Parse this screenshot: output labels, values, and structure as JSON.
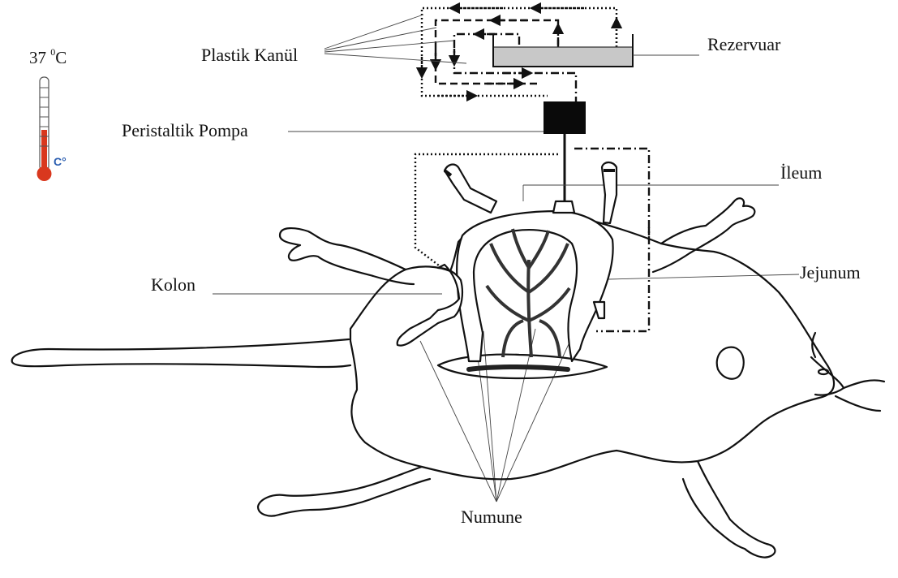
{
  "labels": {
    "temperature_value": "37",
    "temperature_degree": "0",
    "temperature_unit": "C",
    "thermometer_scale": "C°",
    "plastic_cannula": "Plastik Kanül",
    "reservoir": "Rezervuar",
    "peristaltic_pump": "Peristaltik Pompa",
    "ileum": "İleum",
    "jejunum": "Jejunum",
    "colon": "Kolon",
    "sample": "Numune"
  },
  "colors": {
    "thermometer_red": "#d9381e",
    "thermometer_c_blue": "#2a5db0",
    "reservoir_liquid": "#c8c8c8",
    "pump": "#0a0a0a",
    "ink": "#111111"
  }
}
